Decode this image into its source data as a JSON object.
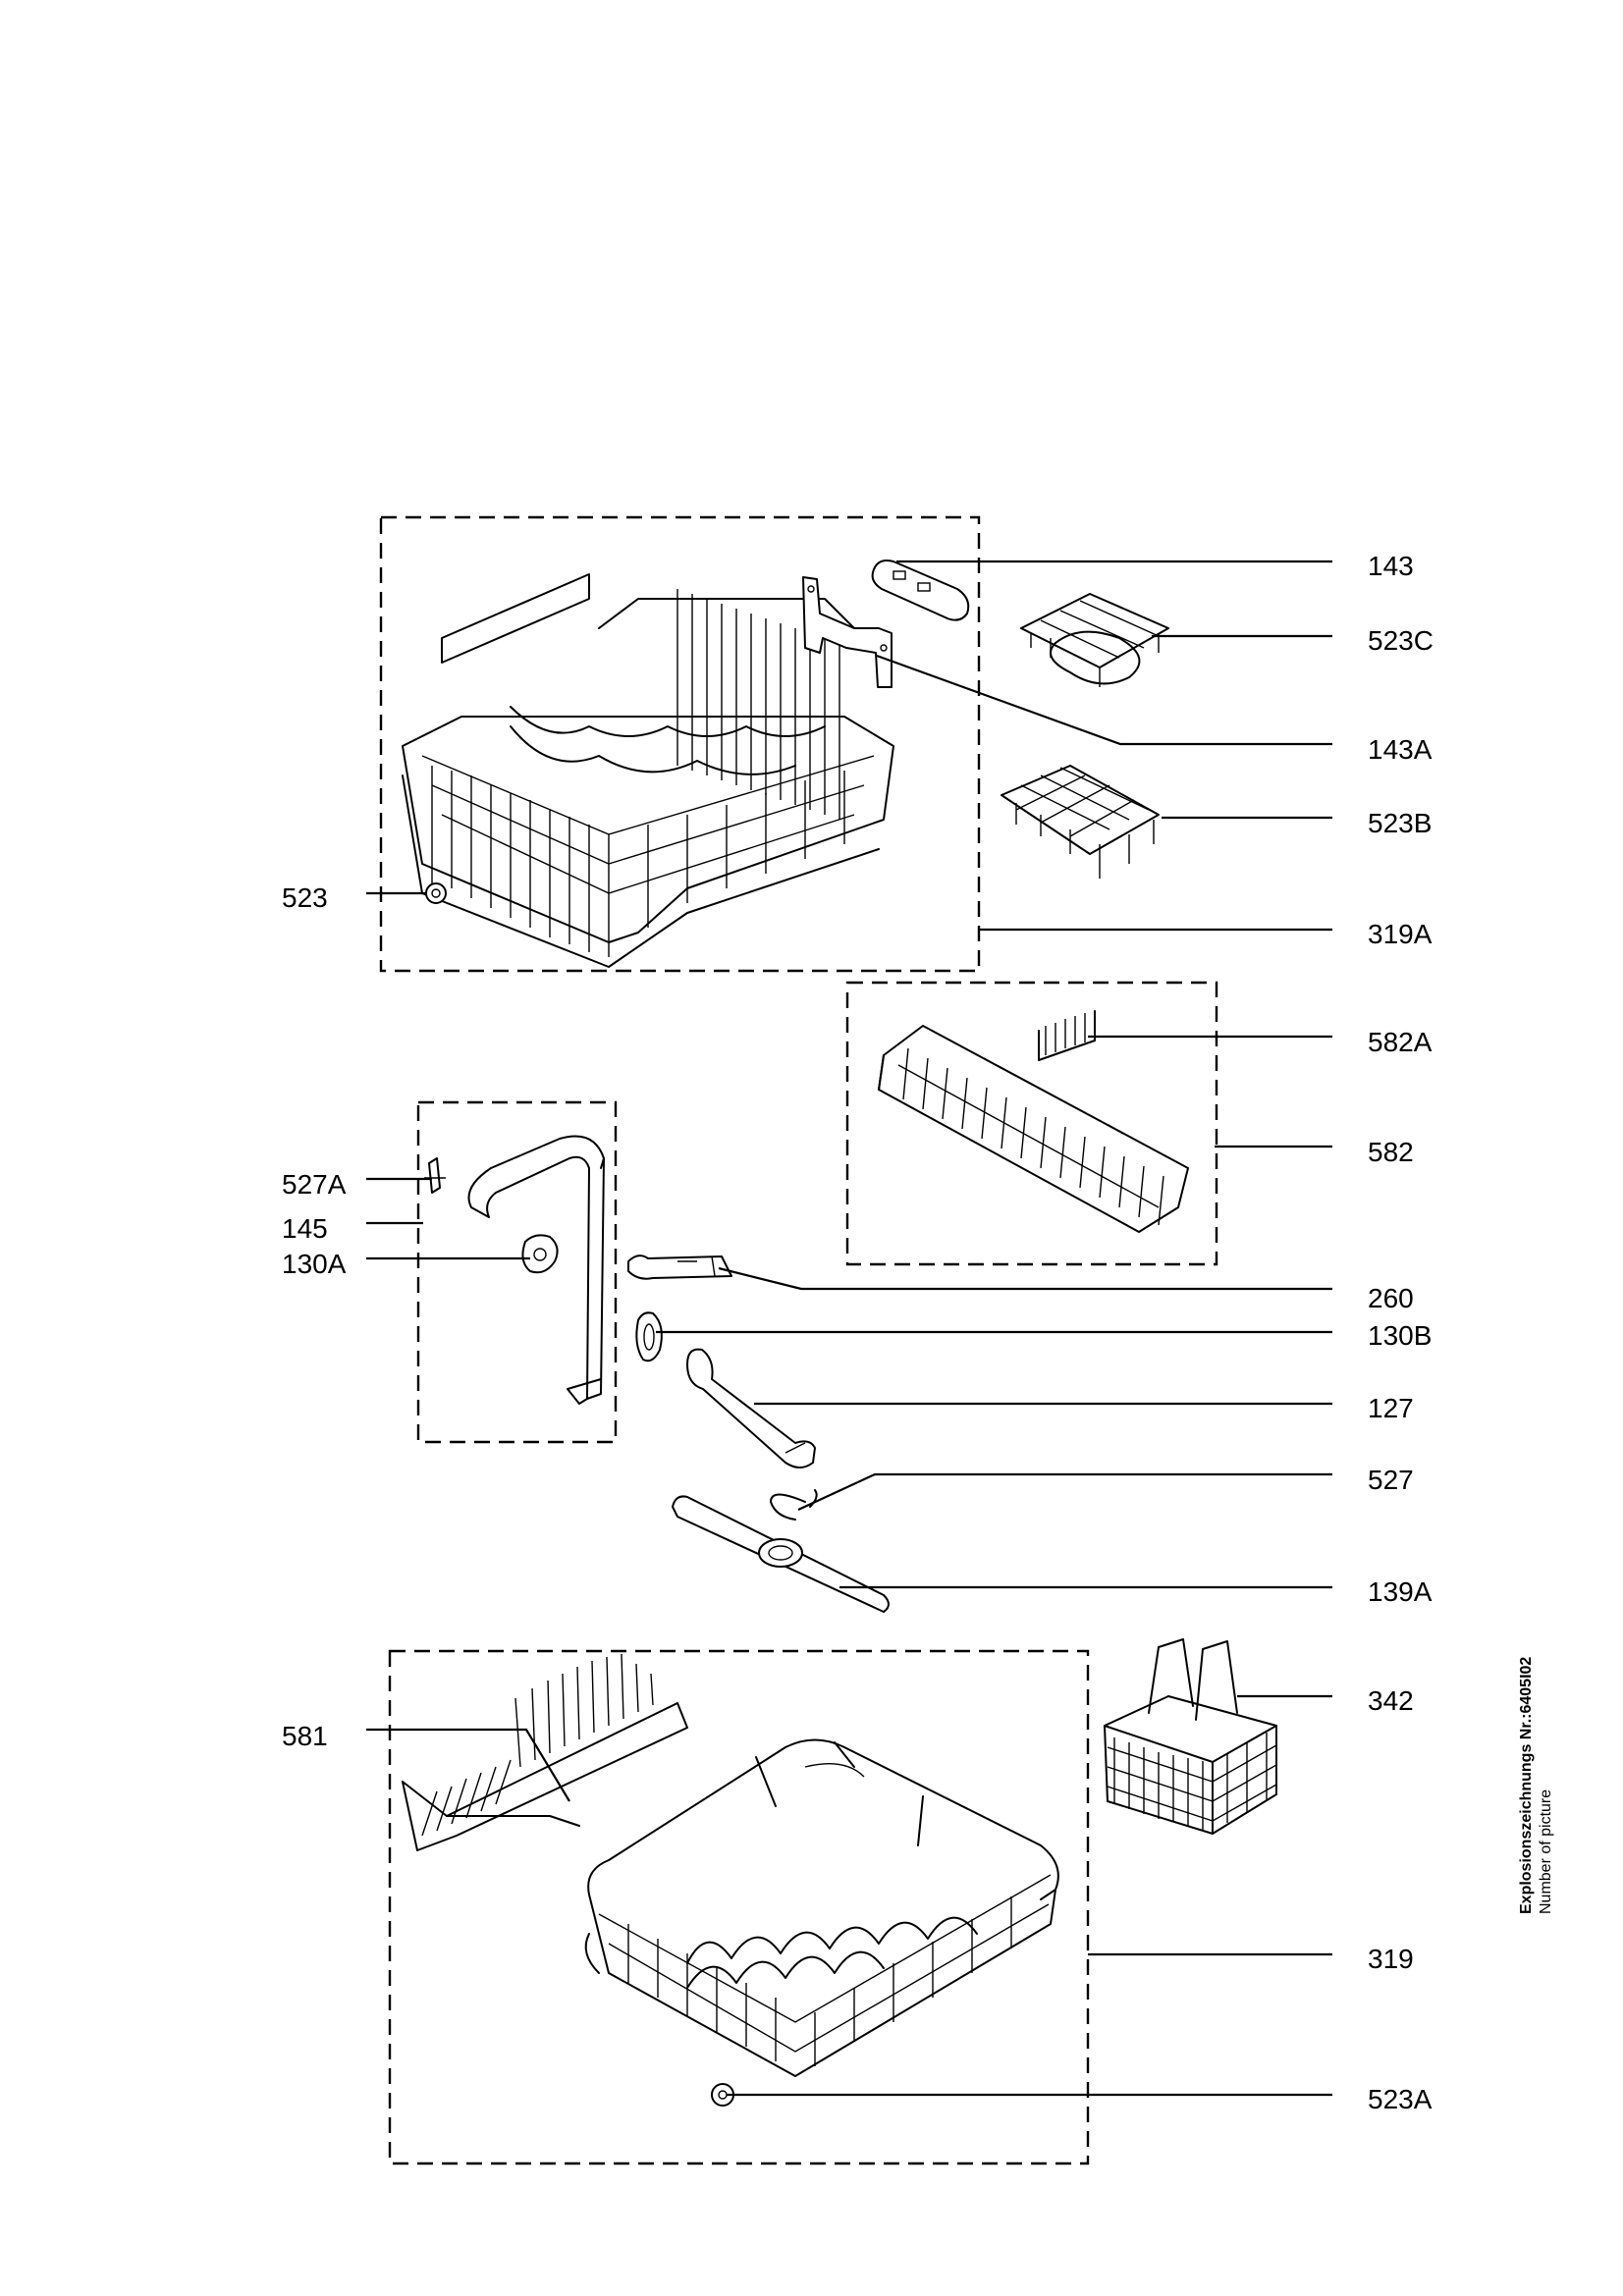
{
  "callouts": {
    "c143": "143",
    "c523C": "523C",
    "c143A": "143A",
    "c523B": "523B",
    "c523": "523",
    "c319A": "319A",
    "c582A": "582A",
    "c582": "582",
    "c527A": "527A",
    "c145": "145",
    "c130A": "130A",
    "c260": "260",
    "c130B": "130B",
    "c127": "127",
    "c527": "527",
    "c139A": "139A",
    "c342": "342",
    "c581": "581",
    "c319": "319",
    "c523A": "523A"
  },
  "caption": {
    "line1": "Explosionszeichnungs Nr.:6405I02",
    "line2": "Number of picture"
  }
}
